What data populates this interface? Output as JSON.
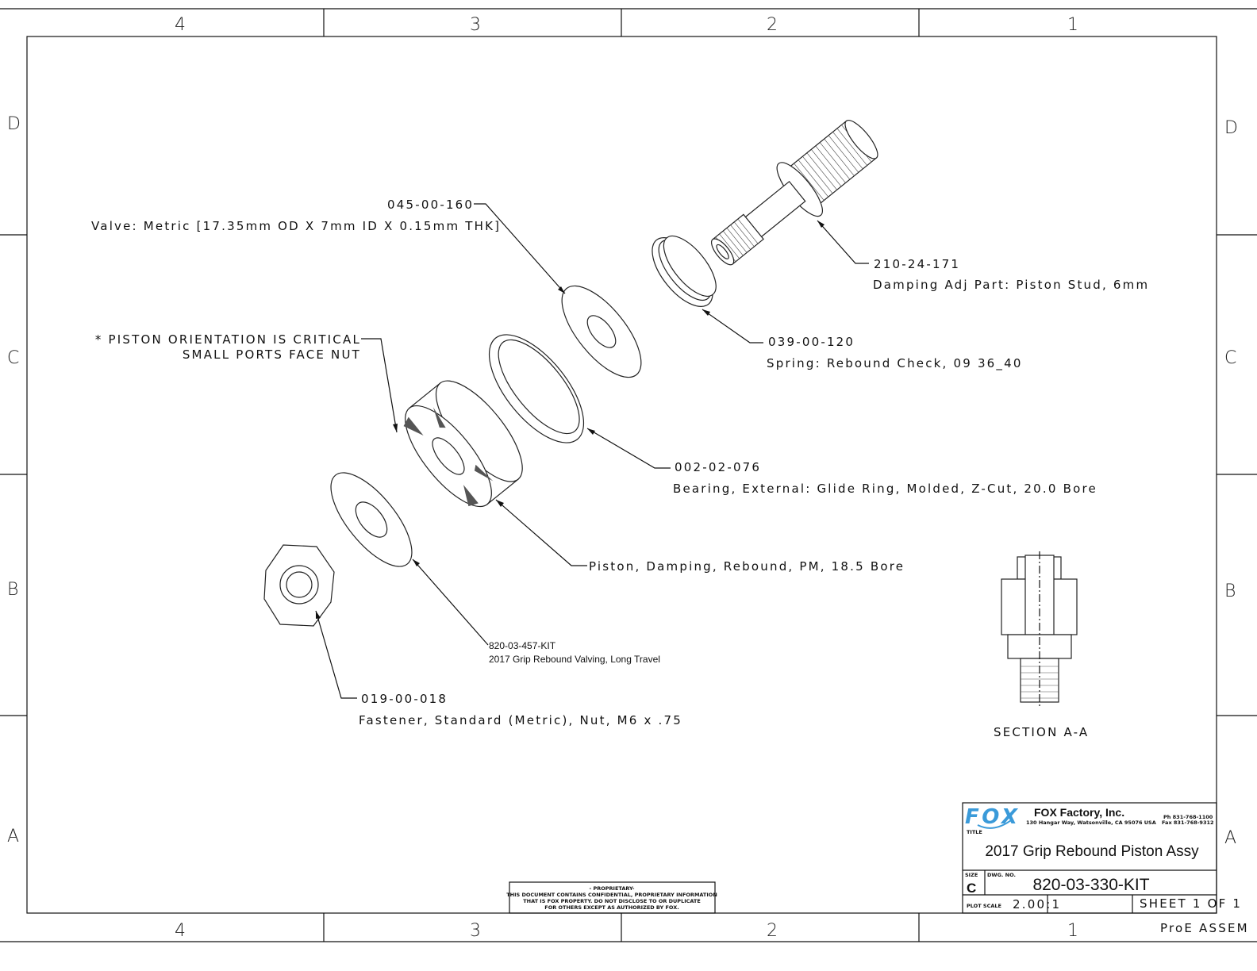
{
  "zones": {
    "columns": [
      "4",
      "3",
      "2",
      "1"
    ],
    "rows": [
      "D",
      "C",
      "B",
      "A"
    ]
  },
  "callouts": [
    {
      "part": "045-00-160",
      "desc": "Valve: Metric [17.35mm OD X 7mm ID X 0.15mm THK]"
    },
    {
      "part": "210-24-171",
      "desc": "Damping Adj Part: Piston Stud, 6mm"
    },
    {
      "part": "039-00-120",
      "desc": "Spring: Rebound Check, 09 36_40"
    },
    {
      "part": "002-02-076",
      "desc": "Bearing, External: Glide Ring, Molded, Z-Cut, 20.0 Bore"
    },
    {
      "part": "",
      "desc": "Piston, Damping, Rebound, PM, 18.5 Bore"
    },
    {
      "part": "820-03-457-KIT",
      "desc": "2017 Grip Rebound Valving, Long Travel"
    },
    {
      "part": "019-00-018",
      "desc": "Fastener, Standard (Metric), Nut, M6 x .75"
    }
  ],
  "note": {
    "line1": "* PISTON ORIENTATION IS CRITICAL",
    "line2": "SMALL PORTS FACE NUT"
  },
  "section_label": "SECTION  A-A",
  "proprietary": {
    "title": "- PROPRIETARY-",
    "l1": "THIS DOCUMENT CONTAINS CONFIDENTIAL, PROPRIETARY INFORMATION",
    "l2": "THAT IS FOX PROPERTY.  DO NOT DISCLOSE TO OR DUPLICATE",
    "l3": "FOR OTHERS EXCEPT AS AUTHORIZED BY FOX."
  },
  "title_block": {
    "logo": "FOX",
    "company": "FOX Factory, Inc.",
    "address": "130 Hangar Way, Watsonville, CA 95076 USA",
    "phone": "Ph 831-768-1100",
    "fax": "Fax 831-768-9312",
    "title_label": "TITLE",
    "title": "2017 Grip Rebound Piston Assy",
    "size_label": "SIZE",
    "size": "C",
    "dwg_label": "DWG. NO.",
    "dwg_no": "820-03-330-KIT",
    "plot_scale_label": "PLOT SCALE",
    "plot_scale": "2.00:1",
    "sheet": "SHEET 1 OF 1",
    "cad": "ProE ASSEM"
  },
  "colors": {
    "logo": "#3a9ad9"
  }
}
